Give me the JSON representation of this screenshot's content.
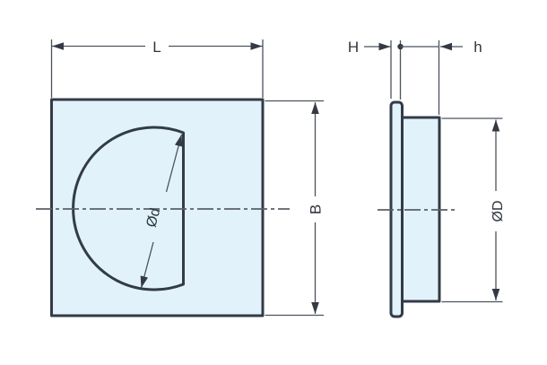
{
  "drawing": {
    "dimension_labels": {
      "length": "L",
      "height": "B",
      "flange_thickness": "H",
      "recess_depth": "h",
      "inner_diameter": "Ød",
      "outer_diameter": "ØD"
    },
    "colors": {
      "part_fill": "#e1f2fb",
      "part_outline": "#333b48",
      "dimension_lines": "#4c535c",
      "centerline": "#5a6068",
      "label_text": "#2f353d",
      "background": "#ffffff"
    }
  }
}
